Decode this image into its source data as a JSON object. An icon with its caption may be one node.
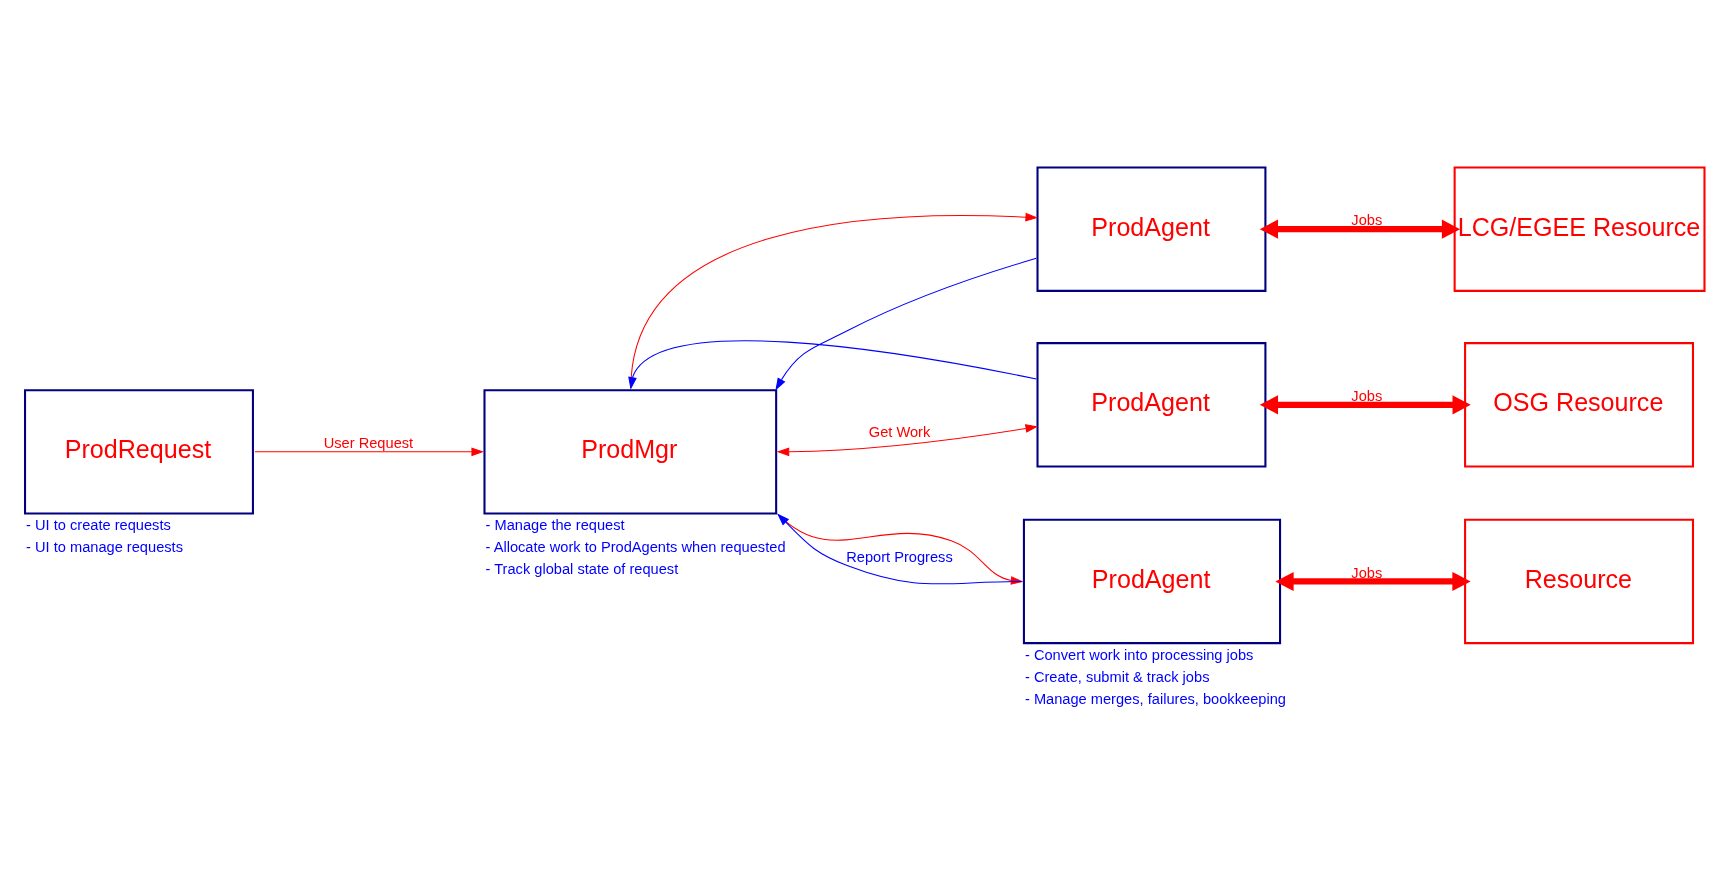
{
  "diagram": {
    "nodes": [
      {
        "text": [
          "ProdRequest"
        ],
        "beside": [
          "- UI to create requests",
          "- UI to manage requests"
        ]
      },
      {
        "text": [
          "ProdMgr"
        ],
        "beside": [
          "- Manage the request",
          "- Allocate work to ProdAgents when requested",
          "- Track global state of request"
        ]
      },
      {
        "text": [
          "ProdAgent"
        ]
      },
      {
        "text": [
          "LCG/EGEE Resource"
        ]
      },
      {
        "text": [
          "ProdAgent"
        ]
      },
      {
        "text": [
          "OSG Resource"
        ]
      },
      {
        "text": [
          "ProdAgent"
        ],
        "beside": [
          "- Convert work into processing jobs",
          "- Create, submit & track jobs",
          "- Manage merges, failures, bookkeeping"
        ]
      },
      {
        "text": [
          "Resource"
        ]
      }
    ],
    "edges": [
      {
        "from": 0,
        "to": 1,
        "arrow": "to",
        "label": "User Request"
      },
      {
        "from": 2,
        "to": 1,
        "arrow": "to",
        "color": "#0000ff"
      },
      {
        "from": 1,
        "to": 2,
        "arrow": "to"
      },
      {
        "from": 1,
        "to": 4,
        "arrow": "both",
        "label": "Get Work"
      },
      {
        "from": 4,
        "to": 1,
        "arrow": "to",
        "color": "#0000ff"
      },
      {
        "from": 1,
        "to": 6,
        "arrow": "to"
      },
      {
        "from": 6,
        "to": 1,
        "arrow": "to",
        "color": "#0000ff",
        "label": "Report Progress"
      },
      {
        "from": 2,
        "to": 3,
        "arrow": "both",
        "label": "Jobs",
        "style": "thick"
      },
      {
        "from": 4,
        "to": 5,
        "arrow": "both",
        "label": "Jobs",
        "style": "thick"
      },
      {
        "from": 6,
        "to": 7,
        "arrow": "both",
        "label": "Jobs",
        "style": "thick"
      }
    ]
  }
}
